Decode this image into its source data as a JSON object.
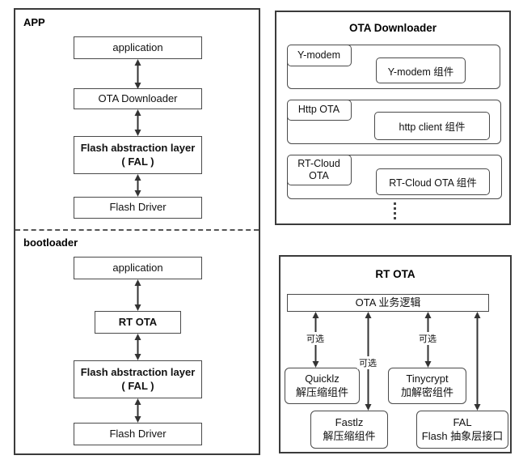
{
  "colors": {
    "panel_border": "#3b3b3b",
    "box_border": "#4a4a4a",
    "arrow": "#333333",
    "text": "#111111",
    "background": "#ffffff"
  },
  "left_panel": {
    "app_section": {
      "label": "APP",
      "application": "application",
      "ota_downloader": "OTA Downloader",
      "fal_line1": "Flash abstraction layer",
      "fal_line2": "( FAL )",
      "flash_driver": "Flash Driver"
    },
    "bootloader_section": {
      "label": "bootloader",
      "application": "application",
      "rt_ota": "RT OTA",
      "fal_line1": "Flash abstraction layer",
      "fal_line2": "( FAL )",
      "flash_driver": "Flash Driver"
    }
  },
  "ota_downloader_panel": {
    "title": "OTA Downloader",
    "rows": [
      {
        "tab": "Y-modem",
        "component": "Y-modem 组件"
      },
      {
        "tab": "Http OTA",
        "component": "http client 组件"
      },
      {
        "tab": "RT-Cloud OTA",
        "component": "RT-Cloud OTA 组件"
      }
    ]
  },
  "rt_ota_panel": {
    "title": "RT OTA",
    "logic_box": "OTA 业务逻辑",
    "optional_label_1": "可选",
    "optional_label_2": "可选",
    "optional_label_3": "可选",
    "quicklz_line1": "Quicklz",
    "quicklz_line2": "解压缩组件",
    "tinycrypt_line1": "Tinycrypt",
    "tinycrypt_line2": "加解密组件",
    "fastlz_line1": "Fastlz",
    "fastlz_line2": "解压缩组件",
    "fal_line1": "FAL",
    "fal_line2": "Flash 抽象层接口"
  }
}
